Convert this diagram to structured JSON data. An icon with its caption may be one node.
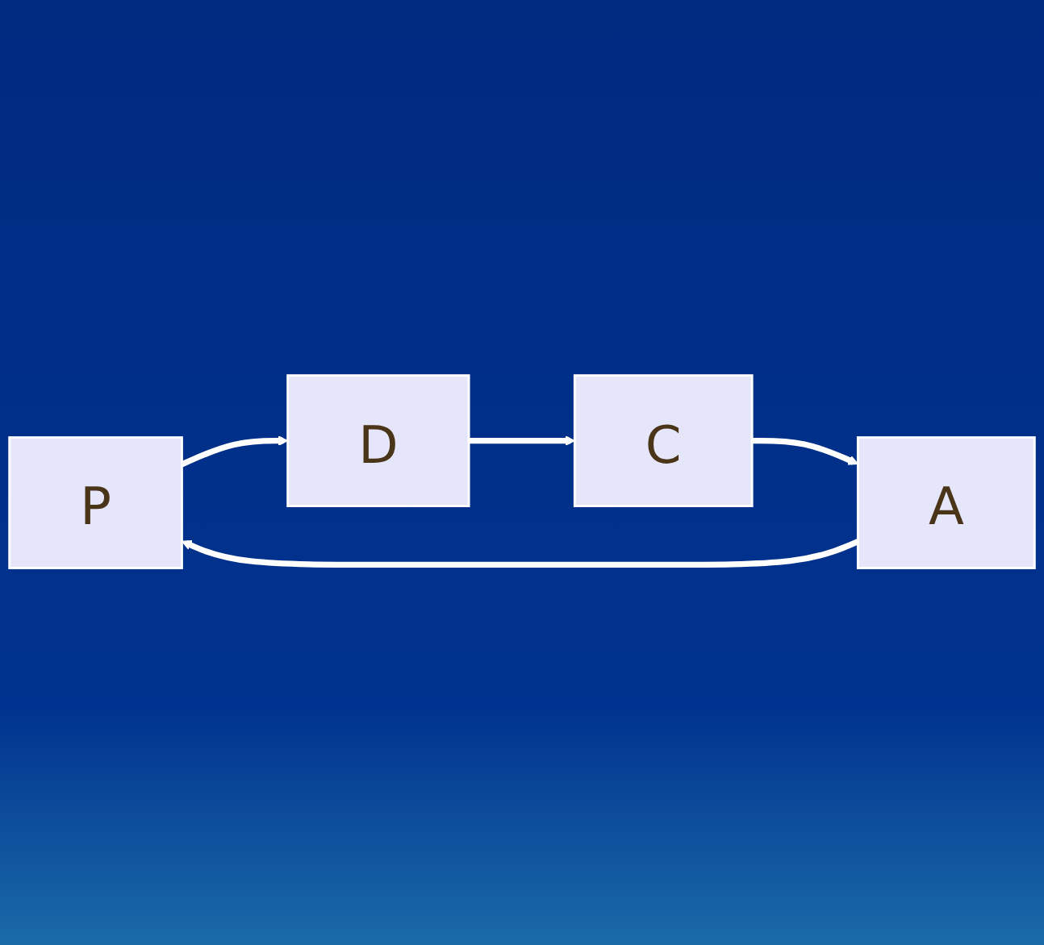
{
  "diagram": {
    "nodes": [
      {
        "text": [
          "P"
        ]
      },
      {
        "text": [
          "A"
        ]
      },
      {
        "text": [
          "D"
        ]
      },
      {
        "text": [
          "C"
        ]
      }
    ],
    "edges": [
      {
        "from": 0,
        "to": 2,
        "arrow": "to"
      },
      {
        "from": 2,
        "to": 3,
        "arrow": "to"
      },
      {
        "from": 3,
        "to": 1,
        "arrow": "to"
      },
      {
        "from": 1,
        "to": 0,
        "arrow": "to"
      }
    ]
  }
}
